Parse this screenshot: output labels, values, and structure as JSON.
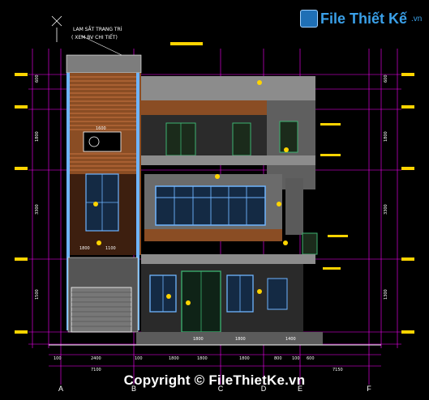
{
  "watermark": {
    "logo_text": "File Thiết Kế",
    "logo_suffix": ".vn",
    "copyright": "Copyright © FileThietKe.vn"
  },
  "annotations": {
    "decor_label": "LAM SẮT TRANG TRÍ",
    "decor_note": "( XEM BV CHI TIẾT)"
  },
  "axes": [
    "A",
    "B",
    "C",
    "D",
    "E",
    "F"
  ],
  "bottom_dims": {
    "row1": [
      "100",
      "2400",
      "100",
      "1800",
      "1800",
      "1800",
      "800",
      "100",
      "600"
    ],
    "row2": [
      "7100",
      "7150"
    ]
  },
  "interior_dims": [
    "1600",
    "1800",
    "1100",
    "1800",
    "1800",
    "1400"
  ],
  "side_dims": [
    "600",
    "1800",
    "3300",
    "1500",
    "1300"
  ],
  "colors": {
    "background": "#000000",
    "dimension": "#ff00ff",
    "wood": "#c8743f",
    "window_frame": "#6fb4ff",
    "stone": "#8c8c8c",
    "highlight": "#ffd400",
    "door": "#3cb371"
  }
}
